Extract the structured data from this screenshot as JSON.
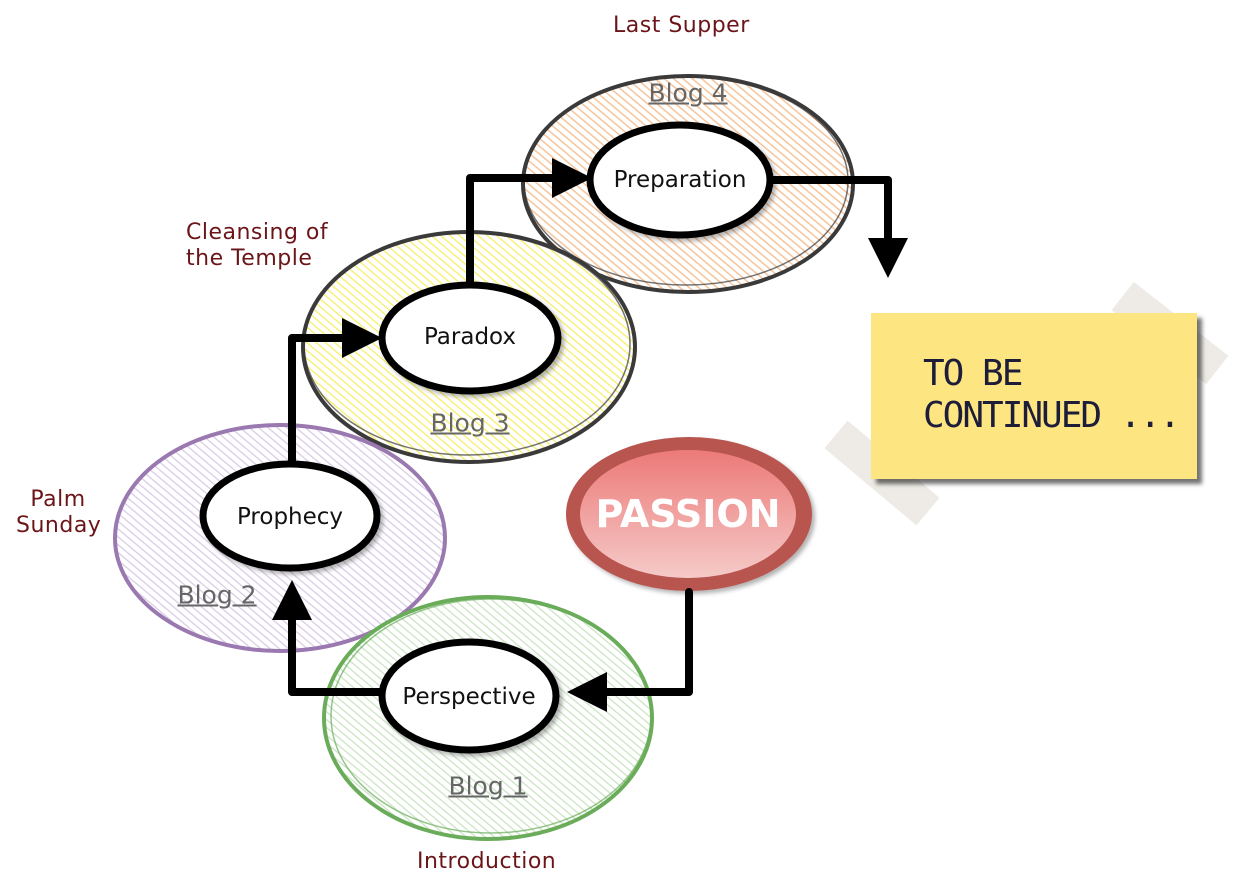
{
  "diagram": {
    "stages": [
      {
        "id": "blog1",
        "node": "Perspective",
        "blog": "Blog 1",
        "event": "Introduction",
        "color": "#6aac5a",
        "fill": "#d6ebd0"
      },
      {
        "id": "blog2",
        "node": "Prophecy",
        "blog": "Blog 2",
        "event": "Palm Sunday",
        "event_lines": [
          "Palm",
          "Sunday"
        ],
        "color": "#9a78b0",
        "fill": "#e3d6ec"
      },
      {
        "id": "blog3",
        "node": "Paradox",
        "blog": "Blog 3",
        "event": "Cleansing of the Temple",
        "event_lines": [
          "Cleansing of",
          "the Temple"
        ],
        "color": "#3a3a3a",
        "fill": "#fbf59a"
      },
      {
        "id": "blog4",
        "node": "Preparation",
        "blog": "Blog 4",
        "event": "Last Supper",
        "color": "#3a3a3a",
        "fill": "#f8c8a0"
      }
    ],
    "center": {
      "label": "PASSION",
      "color": "#b85450",
      "fill_top": "#ec7a78",
      "fill_bottom": "#f4c4c2"
    },
    "flow": [
      "PASSION",
      "Perspective",
      "Prophecy",
      "Paradox",
      "Preparation",
      "TO BE CONTINUED ..."
    ],
    "note": {
      "line1": "TO BE",
      "line2": "CONTINUED ...",
      "color": "#fde682"
    },
    "label_color": "#6b1518"
  }
}
